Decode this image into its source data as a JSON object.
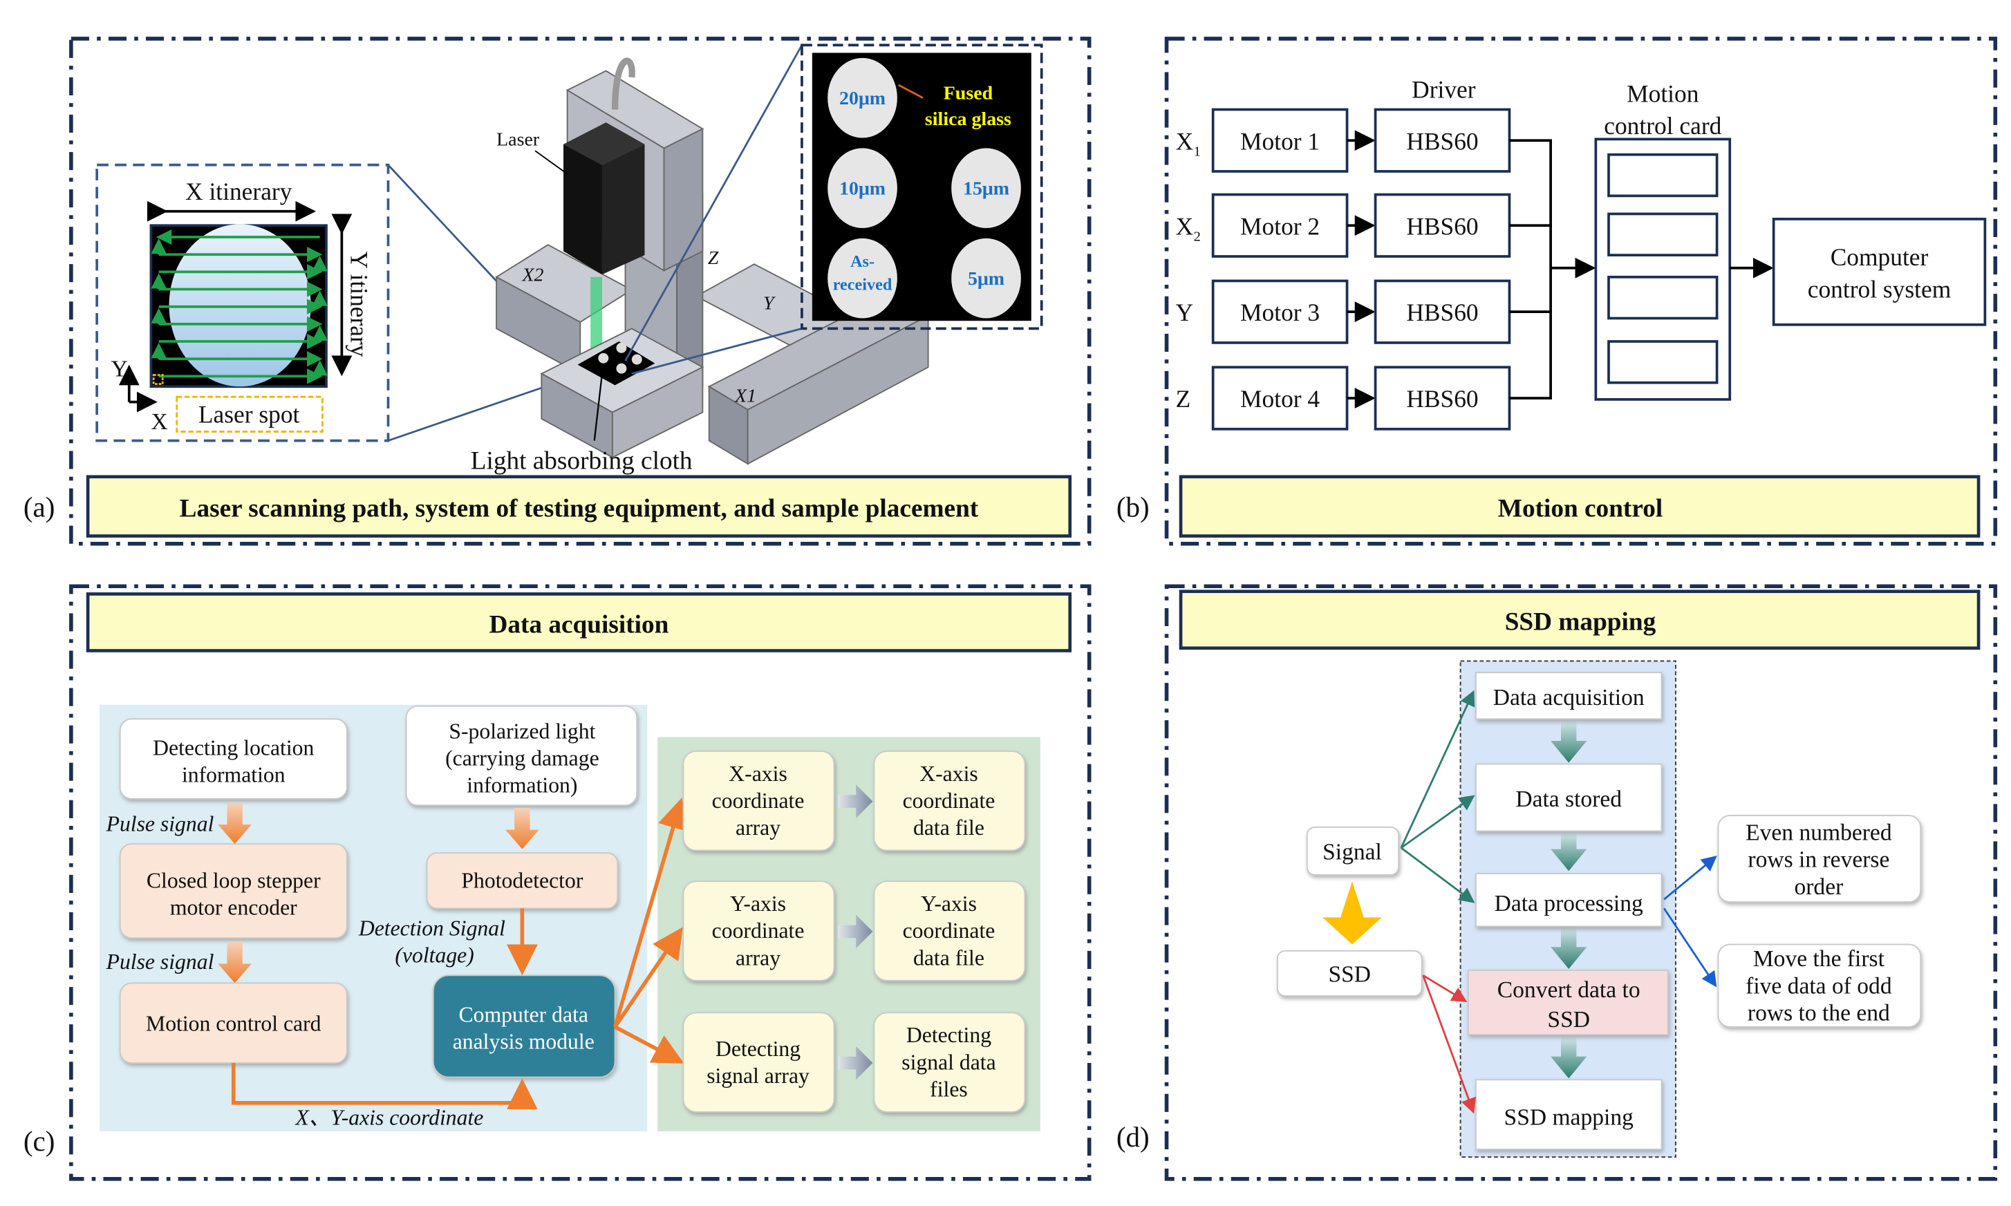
{
  "panel_a": {
    "label": "(a)",
    "caption": "Laser scanning path, system of testing equipment, and sample placement",
    "x_itinerary": "X itinerary",
    "y_itinerary": "Y itinerary",
    "axis_y": "Y",
    "axis_x": "X",
    "laser_spot": "Laser spot",
    "laser": "Laser",
    "light_absorbing_cloth": "Light absorbing cloth",
    "axis_labels": {
      "x2": "X2",
      "z": "Z",
      "y": "Y",
      "x1": "X1"
    },
    "fused_silica_line1": "Fused",
    "fused_silica_line2": "silica glass",
    "samples": [
      "20μm",
      "10μm",
      "15μm",
      "As-",
      "received",
      "5μm"
    ],
    "colors": {
      "scan_path": "#1fa04a",
      "sample_text": "#1a6fc4",
      "fused_text": "#ffff00"
    }
  },
  "panel_b": {
    "label": "(b)",
    "caption": "Motion control",
    "driver_header": "Driver",
    "card_header_line1": "Motion",
    "card_header_line2": "control card",
    "rows": [
      {
        "axis": "X",
        "sub": "1",
        "motor": "Motor 1",
        "driver": "HBS60"
      },
      {
        "axis": "X",
        "sub": "2",
        "motor": "Motor 2",
        "driver": "HBS60"
      },
      {
        "axis": "Y",
        "sub": "",
        "motor": "Motor 3",
        "driver": "HBS60"
      },
      {
        "axis": "Z",
        "sub": "",
        "motor": "Motor 4",
        "driver": "HBS60"
      }
    ],
    "computer_line1": "Computer",
    "computer_line2": "control system"
  },
  "panel_c": {
    "label": "(c)",
    "title": "Data acquisition",
    "detect_loc_1": "Detecting location",
    "detect_loc_2": "information",
    "spol_1": "S-polarized light",
    "spol_2": "(carrying damage",
    "spol_3": "information)",
    "pulse_signal": "Pulse signal",
    "closed_loop_1": "Closed loop stepper",
    "closed_loop_2": "motor encoder",
    "photodetector": "Photodetector",
    "detection_signal_1": "Detection Signal",
    "detection_signal_2": "(voltage)",
    "motion_card": "Motion control card",
    "computer_1": "Computer data",
    "computer_2": "analysis module",
    "xy_coord": "X、Y-axis coordinate",
    "outputs": [
      {
        "array": [
          "X-axis",
          "coordinate",
          "array"
        ],
        "file": [
          "X-axis",
          "coordinate",
          "data file"
        ]
      },
      {
        "array": [
          "Y-axis",
          "coordinate",
          "array"
        ],
        "file": [
          "Y-axis",
          "coordinate",
          "data file"
        ]
      },
      {
        "array": [
          "Detecting",
          "signal array"
        ],
        "file": [
          "Detecting",
          "signal data",
          "files"
        ]
      }
    ],
    "colors": {
      "left_bg": "#dcedf4",
      "right_bg": "#cfe5d2",
      "accent": "#ef7d2d",
      "module": "#2f8098"
    }
  },
  "panel_d": {
    "label": "(d)",
    "title": "SSD mapping",
    "steps": [
      "Data acquisition",
      "Data stored",
      "Data processing",
      "Convert data to",
      "SSD",
      "SSD mapping"
    ],
    "signal": "Signal",
    "ssd": "SSD",
    "note1": [
      "Even numbered",
      "rows in reverse",
      "order"
    ],
    "note2": [
      "Move the first",
      "five data of odd",
      "rows to the end"
    ],
    "colors": {
      "column_bg": "#d6e5f7",
      "convert_bg": "#f7dcde",
      "step_arrow": "#3d8a7a",
      "signal_arrow": "#ffc000"
    }
  }
}
